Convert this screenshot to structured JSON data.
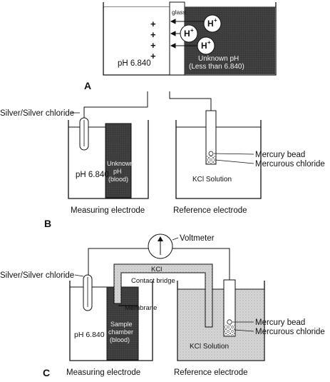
{
  "panel_a": {
    "letter": "A",
    "glass_label": "glass",
    "left_ph": "pH 6.840",
    "plus_signs": [
      "+",
      "+",
      "+",
      "+"
    ],
    "ion": "H",
    "ion_charge": "+",
    "unknown_label_line1": "Unknown pH",
    "unknown_label_line2": "(Less than 6.840)"
  },
  "panel_b": {
    "letter": "B",
    "silver_label": "Silver/Silver chloride",
    "left_ph": "pH 6.840",
    "unknown_line1": "Unknown",
    "unknown_line2": "pH",
    "unknown_line3": "(blood)",
    "kcl_solution": "KCl Solution",
    "mercury_bead": "Mercury bead",
    "mercurous_chloride": "Mercurous chloride",
    "measuring_electrode": "Measuring electrode",
    "reference_electrode": "Reference electrode"
  },
  "panel_c": {
    "letter": "C",
    "voltmeter": "Voltmeter",
    "silver_label": "Silver/Silver chloride",
    "kcl": "KCl",
    "contact_bridge": "Contact bridge",
    "membrane": "Membrane",
    "left_ph": "pH 6.840",
    "sample_line1": "Sample",
    "sample_line2": "chamber",
    "sample_line3": "(blood)",
    "kcl_solution": "KCl Solution",
    "mercury_bead": "Mercury bead",
    "mercurous_chloride": "Mercurous chloride",
    "measuring_electrode": "Measuring electrode",
    "reference_electrode": "Reference electrode"
  }
}
